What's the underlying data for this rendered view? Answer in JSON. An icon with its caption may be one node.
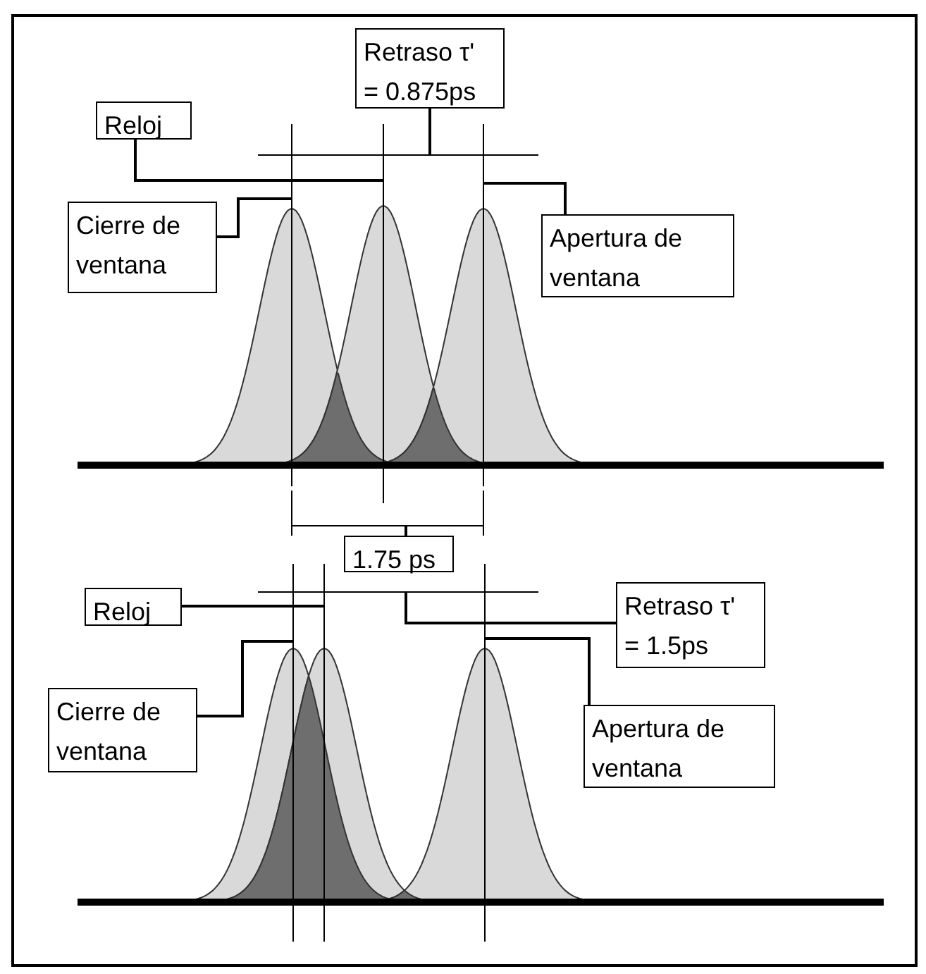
{
  "diagram": {
    "nodes": [
      {
        "text": [
          "Retraso τ' = 0.875ps"
        ]
      },
      {
        "text": [
          "Reloj"
        ]
      },
      {
        "text": [
          "Cierre de ventana"
        ]
      },
      {
        "text": [
          "Apertura de ventana"
        ]
      },
      {
        "text": [
          "1.75 ps"
        ]
      },
      {
        "text": [
          "Reloj"
        ]
      },
      {
        "text": [
          "Retraso τ' = 1.5ps"
        ]
      },
      {
        "text": [
          "Cierre de ventana"
        ]
      },
      {
        "text": [
          "Apertura de ventana"
        ]
      }
    ],
    "edges": [
      {
        "from": 0,
        "to": null,
        "arrow": "none"
      },
      {
        "from": 1,
        "to": null,
        "arrow": "none"
      },
      {
        "from": 2,
        "to": null,
        "arrow": "none"
      },
      {
        "from": 3,
        "to": null,
        "arrow": "none"
      },
      {
        "from": 4,
        "to": null,
        "arrow": "none"
      },
      {
        "from": 5,
        "to": null,
        "arrow": "none"
      },
      {
        "from": 6,
        "to": null,
        "arrow": "none"
      },
      {
        "from": 7,
        "to": null,
        "arrow": "none"
      },
      {
        "from": 8,
        "to": null,
        "arrow": "none"
      }
    ]
  }
}
